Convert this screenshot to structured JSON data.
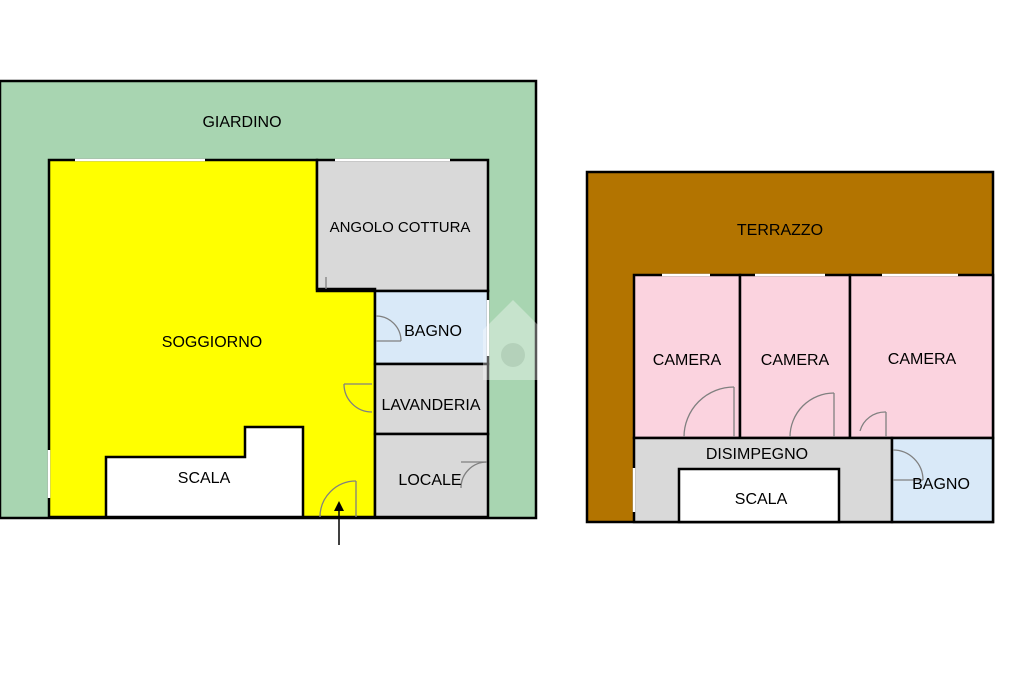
{
  "colors": {
    "garden": "#a8d5b1",
    "living": "#ffff00",
    "kitchen": "#d9d9d9",
    "bathroom": "#d9e9f8",
    "service": "#d9d9d9",
    "stair": "#ffffff",
    "terrace": "#b37400",
    "bedroom": "#fbd3df",
    "hallway": "#d9d9d9"
  },
  "ground_floor": {
    "garden": "GIARDINO",
    "living": "SOGGIORNO",
    "kitchen": "ANGOLO COTTURA",
    "bathroom": "BAGNO",
    "laundry": "LAVANDERIA",
    "room": "LOCALE",
    "stair": "SCALA"
  },
  "upper_floor": {
    "terrace": "TERRAZZO",
    "bedrooms": [
      "CAMERA",
      "CAMERA",
      "CAMERA"
    ],
    "hallway": "DISIMPEGNO",
    "stair": "SCALA",
    "bathroom": "BAGNO"
  }
}
